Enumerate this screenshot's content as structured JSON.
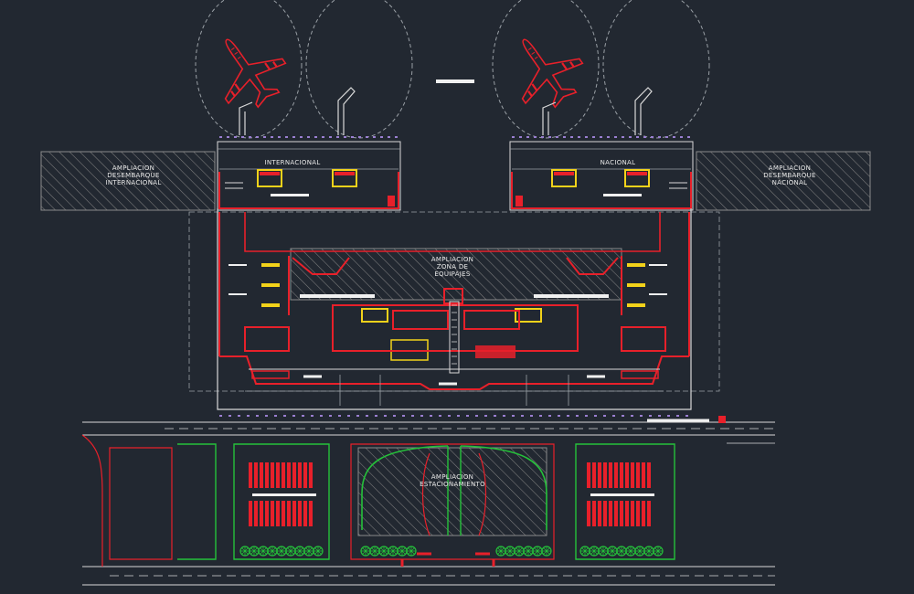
{
  "drawing": {
    "labels": {
      "ext_intl": "AMPLIACION\nDESEMBARQUE\nINTERNACIONAL",
      "ext_nat": "AMPLIACION\nDESEMBARQUE\nNACIONAL",
      "intl": "INTERNACIONAL",
      "nat": "NACIONAL",
      "baggage": "AMPLIACION\nZONA DE\nEQUIPAJES",
      "parking": "AMPLIACION\nESTACIONAMIENTO"
    },
    "colors": {
      "background": "#222831",
      "wall": "#e8202a",
      "line": "#d9d9d9",
      "hatch": "#8a8a8a",
      "accent_yellow": "#f2d21a",
      "marker_violet": "#9a7fd1",
      "landscape_green": "#25c13a",
      "grey": "#9aa0a6"
    },
    "icons": [
      "airplane-icon",
      "airplane-icon",
      "tree-icon"
    ]
  }
}
